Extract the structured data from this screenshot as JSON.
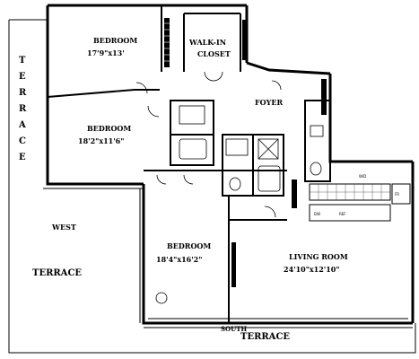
{
  "plan": {
    "terrace_vertical": [
      "T",
      "E",
      "R",
      "R",
      "A",
      "C",
      "E"
    ],
    "rooms": {
      "bedroom_1": {
        "name": "BEDROOM",
        "dims": "17'9\"x13'"
      },
      "bedroom_2": {
        "name": "BEDROOM",
        "dims": "18'2\"x11'6\""
      },
      "bedroom_3": {
        "name": "BEDROOM",
        "dims": "18'4\"x16'2\""
      },
      "walk_in_closet": {
        "name_line1": "WALK-IN",
        "name_line2": "CLOSET"
      },
      "foyer": {
        "name": "FOYER"
      },
      "living_room": {
        "name": "LIVING ROOM",
        "dims": "24'10\"x12'10\""
      }
    },
    "exterior": {
      "west": "WEST",
      "west_terrace": "TERRACE",
      "south": "SOUTH",
      "south_terrace": "TERRACE"
    },
    "kitchen_labels": {
      "dw": "DW",
      "wd": "W/D",
      "fr": "FR",
      "ref": "REF"
    }
  }
}
